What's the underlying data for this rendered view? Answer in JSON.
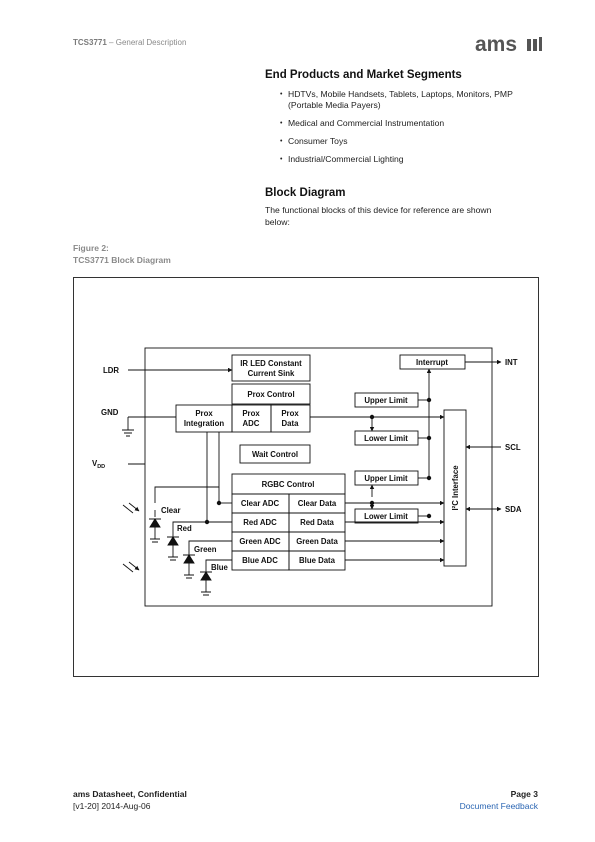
{
  "header": {
    "product": "TCS3771",
    "separator": "–",
    "section": "General Description"
  },
  "logo": {
    "text": "ams"
  },
  "end_products": {
    "heading": "End Products and Market Segments",
    "items": [
      "HDTVs, Mobile Handsets, Tablets, Laptops, Monitors, PMP (Portable Media Payers)",
      "Medical and Commercial Instrumentation",
      "Consumer Toys",
      "Industrial/Commercial Lighting"
    ]
  },
  "block_diagram": {
    "heading": "Block Diagram",
    "text": "The functional blocks of this device for reference are shown below:"
  },
  "figure": {
    "number": "Figure 2:",
    "caption": "TCS3771 Block Diagram"
  },
  "diagram": {
    "ir_led_1": "IR LED Constant",
    "ir_led_2": "Current Sink",
    "prox_control": "Prox Control",
    "prox_integration_1": "Prox",
    "prox_integration_2": "Integration",
    "prox_adc_1": "Prox",
    "prox_adc_2": "ADC",
    "prox_data_1": "Prox",
    "prox_data_2": "Data",
    "wait_control": "Wait Control",
    "rgbc_control": "RGBC Control",
    "clear_adc": "Clear ADC",
    "clear_data": "Clear Data",
    "red_adc": "Red ADC",
    "red_data": "Red Data",
    "green_adc": "Green ADC",
    "green_data": "Green Data",
    "blue_adc": "Blue ADC",
    "blue_data": "Blue Data",
    "interrupt": "Interrupt",
    "upper_limit_1": "Upper Limit",
    "lower_limit_1": "Lower Limit",
    "upper_limit_2": "Upper Limit",
    "lower_limit_2": "Lower Limit",
    "i2c_interface": "I²C Interface",
    "pin_ldr": "LDR",
    "pin_gnd": "GND",
    "pin_vdd": "V",
    "pin_vdd_sub": "DD",
    "pin_int": "INT",
    "pin_scl": "SCL",
    "pin_sda": "SDA",
    "ph_clear": "Clear",
    "ph_red": "Red",
    "ph_green": "Green",
    "ph_blue": "Blue"
  },
  "footer": {
    "title": "ams Datasheet, Confidential",
    "revision": "[v1-20] 2014-Aug-06",
    "page": "Page 3",
    "feedback": "Document Feedback"
  }
}
